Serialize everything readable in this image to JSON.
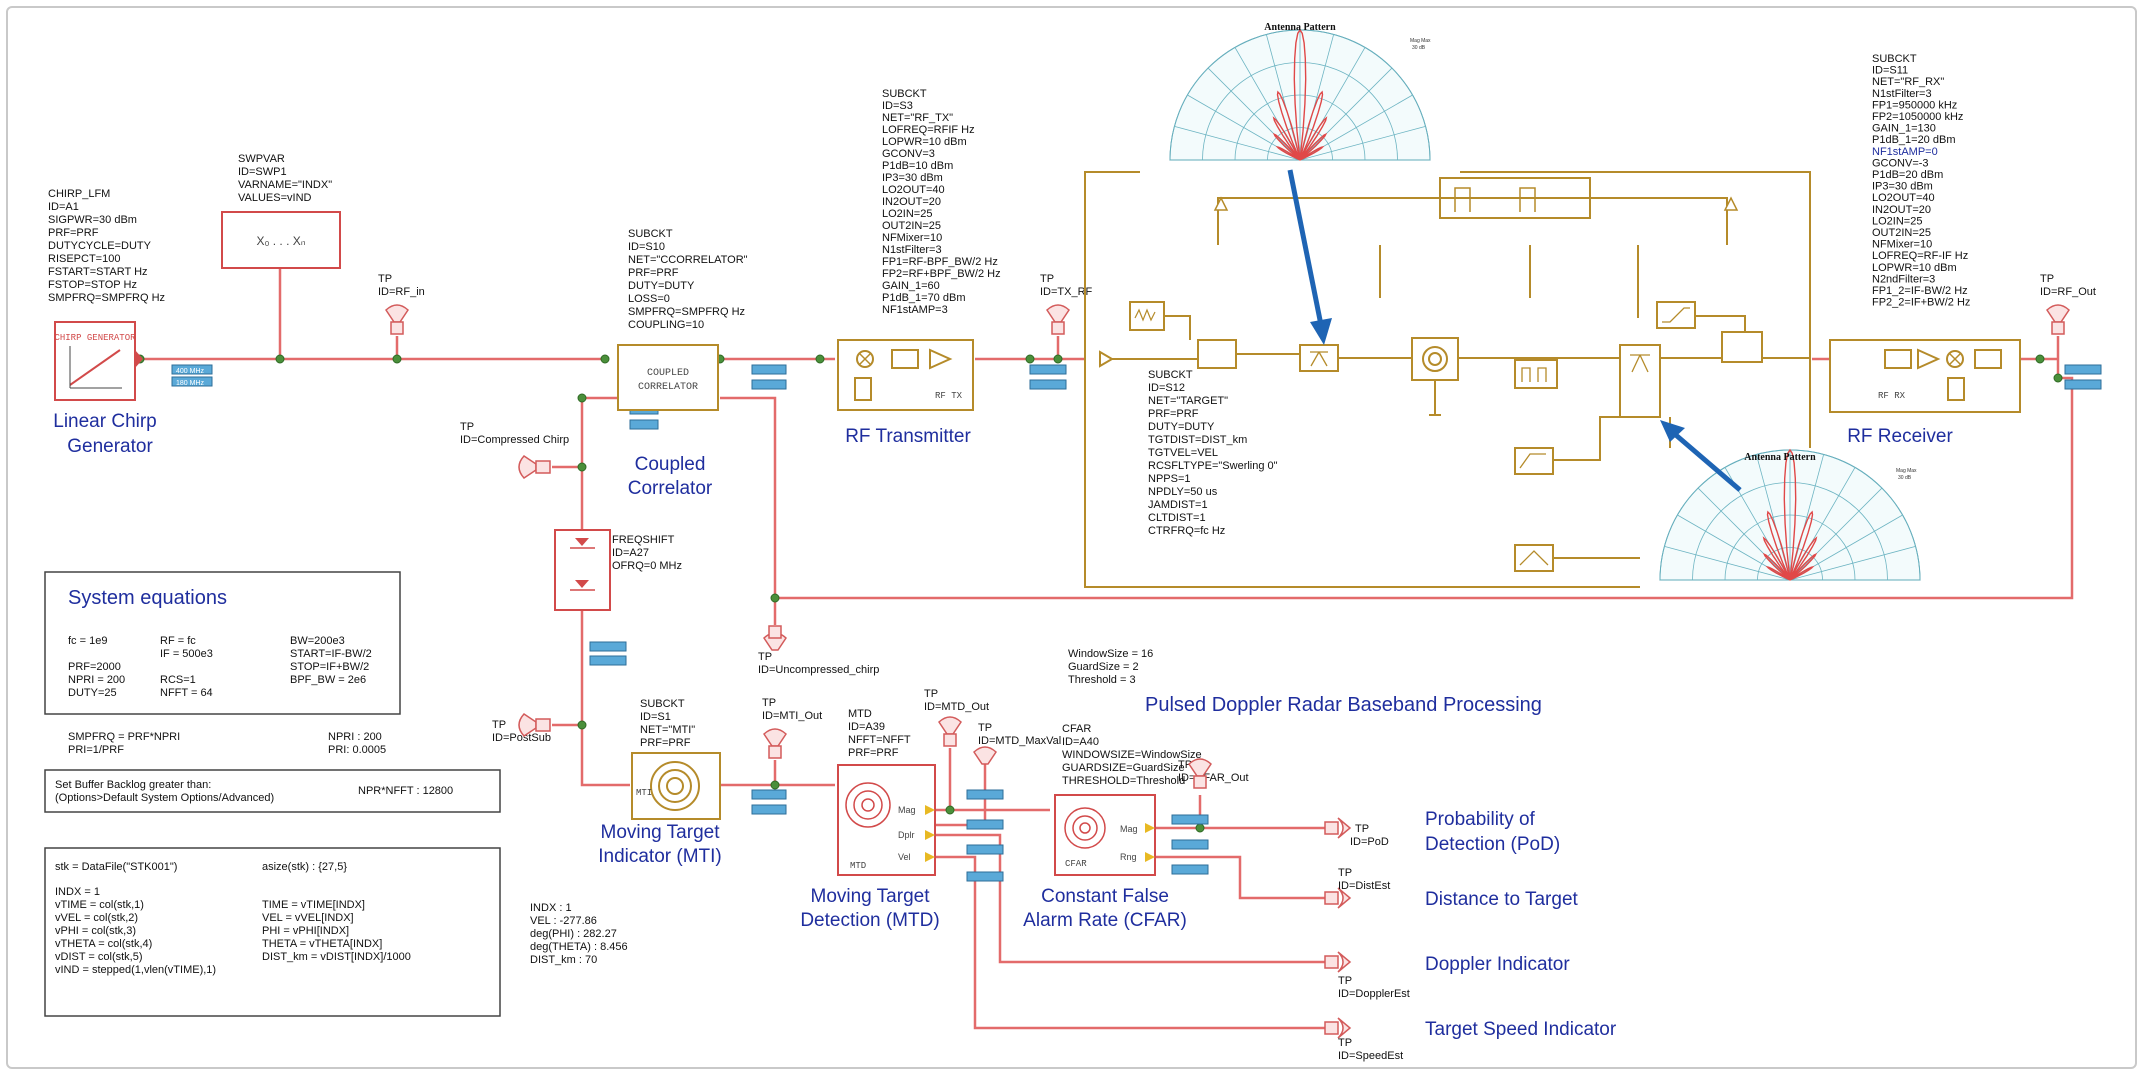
{
  "chirp_params": [
    "CHIRP_LFM",
    "ID=A1",
    "SIGPWR=30 dBm",
    "PRF=PRF",
    "DUTYCYCLE=DUTY",
    "RISEPCT=100",
    "FSTART=START Hz",
    "FSTOP=STOP Hz",
    "SMPFRQ=SMPFRQ Hz"
  ],
  "chirp_block_label": "CHIRP GENERATOR",
  "chirp_label": [
    "Linear Chirp",
    "Generator"
  ],
  "swpvar_params": [
    "SWPVAR",
    "ID=SWP1",
    "VARNAME=\"INDX\"",
    "VALUES=vIND"
  ],
  "swpvar_glyph": "X₀ . . . Xₙ",
  "tp_rf_in": [
    "TP",
    "ID=RF_in"
  ],
  "corr_params": [
    "SUBCKT",
    "ID=S10",
    "NET=\"CCORRELATOR\"",
    "PRF=PRF",
    "DUTY=DUTY",
    "LOSS=0",
    "SMPFRQ=SMPFRQ Hz",
    "COUPLING=10"
  ],
  "corr_block_label": [
    "COUPLED",
    "CORRELATOR"
  ],
  "corr_label": [
    "Coupled",
    "Correlator"
  ],
  "tp_compressed": [
    "TP",
    "ID=Compressed Chirp"
  ],
  "tx_params": [
    "SUBCKT",
    "ID=S3",
    "NET=\"RF_TX\"",
    "LOFREQ=RFIF Hz",
    "LOPWR=10 dBm",
    "GCONV=3",
    "P1dB=10 dBm",
    "IP3=30 dBm",
    "LO2OUT=40",
    "IN2OUT=20",
    "LO2IN=25",
    "OUT2IN=25",
    "NFMixer=10",
    "N1stFilter=3",
    "FP1=RF-BPF_BW/2 Hz",
    "FP2=RF+BPF_BW/2 Hz",
    "GAIN_1=60",
    "P1dB_1=70 dBm",
    "NF1stAMP=3"
  ],
  "tx_block_label": "RF TX",
  "tx_label": "RF Transmitter",
  "tp_tx_rf": [
    "TP",
    "ID=TX_RF"
  ],
  "target_params": [
    "SUBCKT",
    "ID=S12",
    "NET=\"TARGET\"",
    "PRF=PRF",
    "DUTY=DUTY",
    "TGTDIST=DIST_km",
    "TGTVEL=VEL",
    "RCSFLTYPE=\"Swerling 0\"",
    "NPPS=1",
    "NPDLY=50 us",
    "JAMDIST=1",
    "CLTDIST=1",
    "CTRFRQ=fc Hz"
  ],
  "antenna_title": "Antenna Pattern",
  "antenna_legend": [
    "Mag Max",
    "30 dB"
  ],
  "rx_params": [
    "SUBCKT",
    "ID=S11",
    "NET=\"RF_RX\"",
    "N1stFilter=3",
    "FP1=950000 kHz",
    "FP2=1050000 kHz",
    "GAIN_1=130",
    "P1dB_1=20 dBm",
    "NF1stAMP=0",
    "GCONV=-3",
    "P1dB=20 dBm",
    "IP3=30 dBm",
    "LO2OUT=40",
    "IN2OUT=20",
    "LO2IN=25",
    "OUT2IN=25",
    "NFMixer=10",
    "LOFREQ=RF-IF Hz",
    "LOPWR=10 dBm",
    "N2ndFilter=3",
    "FP1_2=IF-BW/2 Hz",
    "FP2_2=IF+BW/2 Hz"
  ],
  "rx_highlight_index": 8,
  "rx_block_label": "RF RX",
  "rx_label": "RF Receiver",
  "tp_rf_out": [
    "TP",
    "ID=RF_Out"
  ],
  "freqshift_params": [
    "FREQSHIFT",
    "ID=A27",
    "OFRQ=0 MHz"
  ],
  "tp_uncompressed": [
    "TP",
    "ID=Uncompressed_chirp"
  ],
  "tp_postsub": [
    "TP",
    "ID=PostSub"
  ],
  "mti_params": [
    "SUBCKT",
    "ID=S1",
    "NET=\"MTI\"",
    "PRF=PRF"
  ],
  "mti_block_label": "MTI",
  "mti_label": [
    "Moving Target",
    "Indicator (MTI)"
  ],
  "tp_mti_out": [
    "TP",
    "ID=MTI_Out"
  ],
  "mtd_params": [
    "MTD",
    "ID=A39",
    "NFFT=NFFT",
    "PRF=PRF"
  ],
  "mtd_block_label": "MTD",
  "mtd_ports": [
    "Mag",
    "Dplr",
    "Vel"
  ],
  "mtd_label": [
    "Moving Target",
    "Detection (MTD)"
  ],
  "tp_mtd_out": [
    "TP",
    "ID=MTD_Out"
  ],
  "tp_mtd_maxval": [
    "TP",
    "ID=MTD_MaxVal"
  ],
  "cfar_top_params": [
    "WindowSize = 16",
    "GuardSize = 2",
    "Threshold = 3"
  ],
  "cfar_params": [
    "CFAR",
    "ID=A40",
    "WINDOWSIZE=WindowSize",
    "GUARDSIZE=GuardSize",
    "THRESHOLD=Threshold"
  ],
  "cfar_block_label": "CFAR",
  "cfar_ports": [
    "Mag",
    "Rng"
  ],
  "cfar_label": [
    "Constant False",
    "Alarm Rate (CFAR)"
  ],
  "tp_cfar_out": [
    "TP",
    "ID=CFAR_Out"
  ],
  "baseband_title": "Pulsed Doppler Radar Baseband Processing",
  "out_pod": {
    "tp": [
      "TP",
      "ID=PoD"
    ],
    "label": [
      "Probability of",
      "Detection  (PoD)"
    ]
  },
  "out_dist": {
    "tp": [
      "TP",
      "ID=DistEst"
    ],
    "label": "Distance to Target"
  },
  "out_doppler": {
    "tp": [
      "TP",
      "ID=DopplerEst"
    ],
    "label": "Doppler Indicator"
  },
  "out_speed": {
    "tp": [
      "TP",
      "ID=SpeedEst"
    ],
    "label": "Target Speed Indicator"
  },
  "port_tags": [
    "400 MHz",
    "180 MHz"
  ],
  "sys_eq": {
    "title": "System equations",
    "col1": [
      "fc = 1e9",
      "",
      "PRF=2000",
      "NPRI = 200",
      "DUTY=25"
    ],
    "col2": [
      "RF = fc",
      "IF = 500e3",
      "",
      "RCS=1",
      "NFFT = 64"
    ],
    "col3": [
      "BW=200e3",
      "START=IF-BW/2",
      "STOP=IF+BW/2",
      "BPF_BW = 2e6"
    ]
  },
  "smp_box": {
    "left": [
      "SMPFRQ = PRF*NPRI",
      "PRI=1/PRF"
    ],
    "right": [
      "NPRI : 200",
      "PRI: 0.0005"
    ]
  },
  "buffer_box": {
    "left": [
      "Set Buffer Backlog greater than:",
      "(Options>Default System Options/Advanced)"
    ],
    "right": "NPR*NFFT : 12800"
  },
  "data_box": {
    "head_left": "stk = DataFile(\"STK001\")",
    "head_right": "asize(stk) : {27,5}",
    "col1": [
      "INDX = 1",
      "vTIME = col(stk,1)",
      "vVEL = col(stk,2)",
      "vPHI = col(stk,3)",
      "vTHETA = col(stk,4)",
      "vDIST = col(stk,5)",
      "vIND = stepped(1,vlen(vTIME),1)"
    ],
    "col2": [
      "",
      "TIME = vTIME[INDX]",
      "VEL = vVEL[INDX]",
      "PHI = vPHI[INDX]",
      "THETA = vTHETA[INDX]",
      "DIST_km = vDIST[INDX]/1000"
    ]
  },
  "results": [
    "INDX : 1",
    "VEL : -277.86",
    "deg(PHI) : 282.27",
    "deg(THETA) : 8.456",
    "DIST_km : 70"
  ]
}
